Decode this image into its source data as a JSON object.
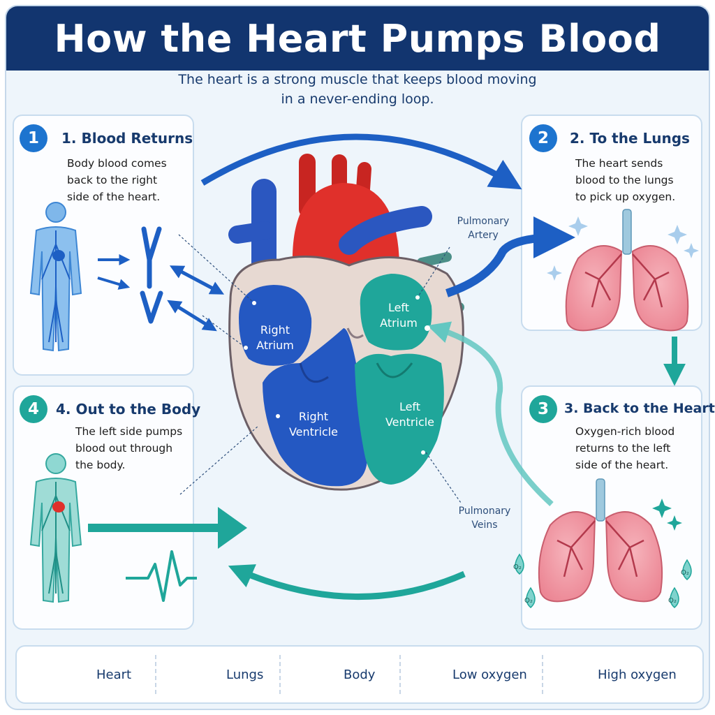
{
  "title": "How the Heart Pumps Blood",
  "subtitle": "The heart is a strong muscle that keeps blood moving\nin a never-ending loop.",
  "steps": [
    {
      "number": "1",
      "title": "1. Blood Returns",
      "body": "Body blood comes\nback to the right\nside of the heart.",
      "color": "#1d74cf"
    },
    {
      "number": "2",
      "title": "2. To the Lungs",
      "body": "The heart sends\nblood to the lungs\nto pick up oxygen.",
      "color": "#1d74cf"
    },
    {
      "number": "3",
      "title": "3. Back to the Heart",
      "body": "Oxygen-rich blood\nreturns to the left\nside of the heart.",
      "color": "#1fa69a"
    },
    {
      "number": "4",
      "title": "4. Out to the Body",
      "body": "The left side pumps\nblood out through\nthe body.",
      "color": "#1fa69a"
    }
  ],
  "heart_labels": {
    "right_atrium": "Right\nAtrium",
    "left_atrium": "Left\nAtrium",
    "right_ventricle": "Right\nVentricle",
    "left_ventricle": "Left\nVentricle"
  },
  "vessel_labels": {
    "pulmonary_artery": "Pulmonary\nArtery",
    "pulmonary_veins": "Pulmonary\nVeins"
  },
  "oxygen_symbol": "O₂",
  "legend": [
    {
      "icon": "heart-icon",
      "label": "Heart"
    },
    {
      "icon": "lungs-icon",
      "label": "Lungs"
    },
    {
      "icon": "body-icon",
      "label": "Body"
    },
    {
      "icon": "low-oxygen-dot",
      "label": "Low oxygen",
      "color": "#1d74cf"
    },
    {
      "icon": "high-oxygen-dot",
      "label": "High oxygen",
      "color": "#1fa69a"
    }
  ],
  "colors": {
    "banner": "#12356f",
    "low_oxygen": "#1d74cf",
    "high_oxygen": "#1fa69a",
    "artery_red": "#e0302b",
    "lung_pink": "#f29aa6"
  }
}
